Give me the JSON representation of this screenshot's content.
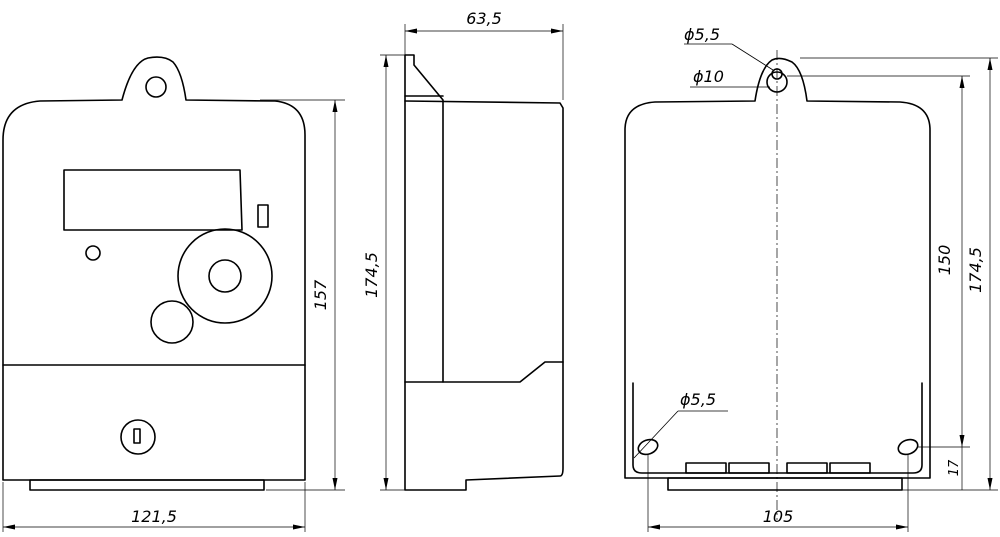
{
  "dimensions": {
    "front_width": "121,5",
    "front_height": "157",
    "side_depth": "63,5",
    "side_height": "174,5",
    "back_hole_top_small": "ϕ5,5",
    "back_hole_top_large": "ϕ10",
    "back_hole_bottom": "ϕ5,5",
    "back_hole_spacing": "105",
    "back_height_150": "150",
    "back_height_total": "174,5",
    "back_bottom_offset": "17"
  }
}
